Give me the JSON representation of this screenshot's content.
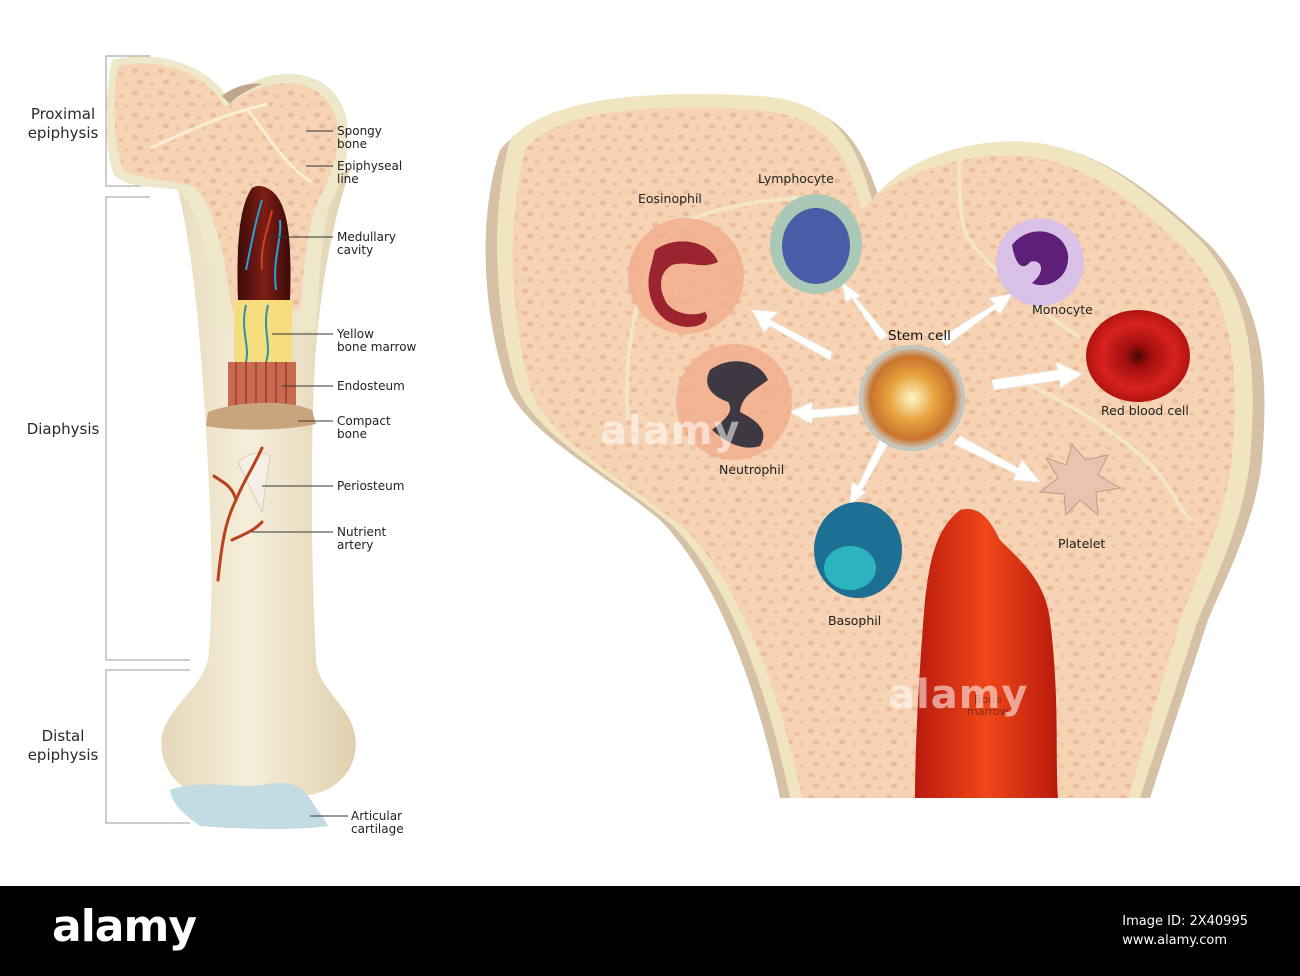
{
  "bone_diagram": {
    "regions": {
      "proximal": "Proximal\nepiphysis",
      "diaphysis": "Diaphysis",
      "distal": "Distal\nepiphysis"
    },
    "labels": {
      "spongy_bone": "Spongy\nbone",
      "epiphyseal_line": "Epiphyseal\nline",
      "medullary_cavity": "Medullary\ncavity",
      "yellow_marrow": "Yellow\nbone marrow",
      "endosteum": "Endosteum",
      "compact_bone": "Compact\nbone",
      "periosteum": "Periosteum",
      "nutrient_artery": "Nutrient\nartery",
      "articular_cartilage": "Articular\ncartilage"
    }
  },
  "marrow_diagram": {
    "cells": {
      "stem_cell": "Stem cell",
      "eosinophil": "Eosinophil",
      "lymphocyte": "Lymphocyte",
      "monocyte": "Monocyte",
      "red_blood_cell": "Red blood cell",
      "neutrophil": "Neutrophil",
      "basophil": "Basophil",
      "platelet": "Platelet"
    },
    "bone_marrow": "Bone\nmarrow"
  },
  "watermark": "alamy",
  "footer": {
    "logo": "alamy",
    "image_id": "Image ID: 2X40995",
    "url": "www.alamy.com"
  },
  "colors": {
    "bone": "#f5d3b4",
    "cortex": "#f1e9cb",
    "marrow_red": "#c8230f",
    "cartilage": "#c3dbe2"
  }
}
